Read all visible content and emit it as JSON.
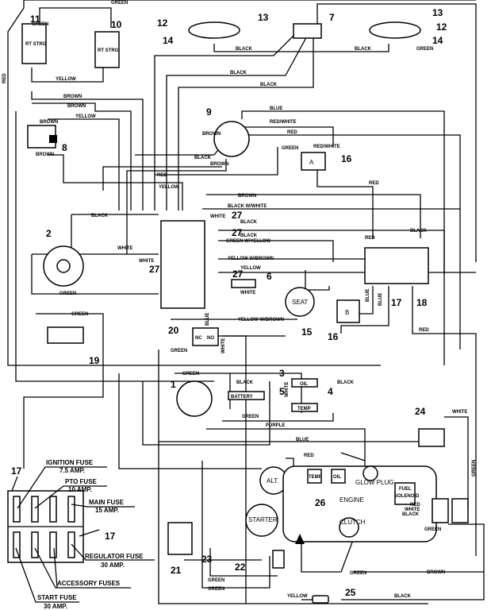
{
  "diagram": {
    "wire_labels": [
      "GREEN",
      "YELLOW",
      "BLACK",
      "BLACK",
      "BLACK",
      "BLACK",
      "GREEN",
      "BROWN",
      "BROWN",
      "YELLOW",
      "BROWN",
      "BROWN",
      "BROWN",
      "BLUE",
      "RED/WHITE",
      "RED",
      "GREEN",
      "RED/WHITE",
      "RED",
      "BROWN",
      "BROWN",
      "RED",
      "YELLOW",
      "BLACK",
      "WHITE",
      "GREEN",
      "WHITE",
      "BLACK W/WHITE",
      "WHITE",
      "BLACK",
      "BLACK",
      "GREEN W/YELLOW",
      "YELLOW W/BROWN",
      "YELLOW",
      "WHITE",
      "YELLOW W/BROWN",
      "GREEN",
      "WHITE",
      "BLUE",
      "GREEN",
      "RED",
      "BLACK",
      "BLUE",
      "BLUE",
      "RED",
      "GREEN",
      "BLACK",
      "GREEN",
      "PURPLE",
      "BLUE",
      "WHITE",
      "GREEN",
      "RED",
      "RED",
      "WHITE",
      "BLACK",
      "GREEN",
      "GREEN",
      "GREEN",
      "GREEN",
      "BROWN",
      "YELLOW",
      "BLACK",
      "GREEN",
      "BLACK"
    ],
    "callouts": [
      "11",
      "10",
      "12",
      "13",
      "14",
      "7",
      "13",
      "12",
      "14",
      "8",
      "9",
      "16",
      "2",
      "27",
      "27",
      "27",
      "27",
      "6",
      "15",
      "20",
      "19",
      "17",
      "18",
      "16",
      "1",
      "5",
      "3",
      "4",
      "24",
      "26",
      "21",
      "23",
      "22",
      "25",
      "17",
      "17"
    ],
    "components": {
      "steering_left": "RT STRG",
      "steering_right": "RT STRG",
      "seat": "SEAT",
      "nc": "NC",
      "no": "NO",
      "battery": "BATTERY",
      "oil_sender": "OIL",
      "temp_sender": "TEMP",
      "alternator": "ALT.",
      "engine_temp": "TEMP",
      "engine_oil": "OIL",
      "glow_plug": "GLOW PLUG",
      "engine": "ENGINE",
      "fuel_solenoid_1": "FUEL",
      "fuel_solenoid_2": "SOLENOID",
      "solenoid_red": "RED",
      "solenoid_white": "WHITE",
      "solenoid_black": "BLACK",
      "clutch": "CLUTCH",
      "starter": "STARTER",
      "relay_a": "A",
      "relay_b": "B"
    },
    "fuse_legend": {
      "ignition": "IGNITION FUSE",
      "ignition_amp": "7.5 AMP.",
      "pto": "PTO FUSE",
      "pto_amp": "10 AMP.",
      "main": "MAIN FUSE",
      "main_amp": "15 AMP.",
      "regulator": "REGULATOR FUSE",
      "regulator_amp": "30 AMP.",
      "accessory": "ACCESSORY FUSES",
      "start": "START FUSE",
      "start_amp": "30 AMP."
    }
  }
}
